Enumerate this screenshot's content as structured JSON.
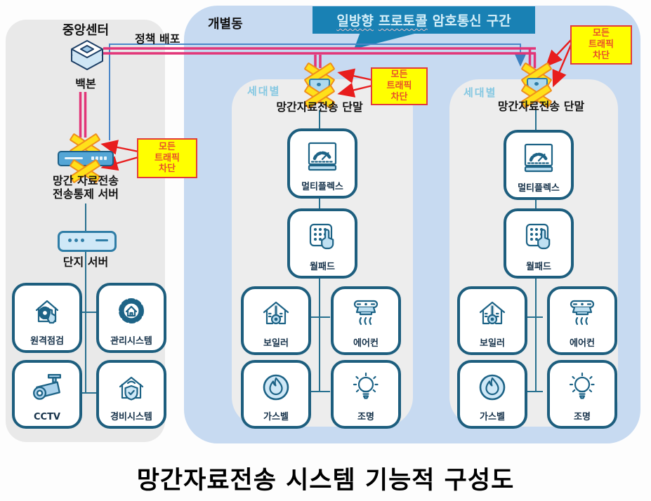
{
  "title": "망간자료전송 시스템 기능적 구성도",
  "banner": {
    "word1": "일방향",
    "word2": "프로토콜",
    "word3": "암호통신",
    "word4": "구간"
  },
  "policy_label": "정책 배포",
  "block_note": {
    "line1": "모든",
    "line2": "트래픽",
    "line3": "차단"
  },
  "central": {
    "title": "중앙센터",
    "backbone_label": "백본",
    "control_server_label_line1": "망간 자료전송",
    "control_server_label_line2": "전송통제 서버",
    "complex_server_label": "단지 서버",
    "cards": [
      {
        "label": "원격점검",
        "icon": "remote-inspection-icon"
      },
      {
        "label": "관리시스템",
        "icon": "management-system-icon"
      },
      {
        "label": "CCTV",
        "icon": "cctv-camera-icon"
      },
      {
        "label": "경비시스템",
        "icon": "security-system-icon"
      }
    ]
  },
  "buildings": {
    "title": "개별동",
    "columns": [
      {
        "household_label": "세대별",
        "terminal_label": "망간자료전송 단말",
        "devices": [
          {
            "label": "멀티플렉스",
            "icon": "multiplex-gauge-icon"
          },
          {
            "label": "월패드",
            "icon": "wallpad-icon"
          },
          {
            "label": "보일러",
            "icon": "boiler-icon"
          },
          {
            "label": "에어컨",
            "icon": "aircon-icon"
          },
          {
            "label": "가스벨",
            "icon": "gas-valve-icon"
          },
          {
            "label": "조명",
            "icon": "light-bulb-icon"
          }
        ]
      },
      {
        "household_label": "세대별",
        "terminal_label": "망간자료전송 단말",
        "devices": [
          {
            "label": "멀티플렉스",
            "icon": "multiplex-gauge-icon"
          },
          {
            "label": "월패드",
            "icon": "wallpad-icon"
          },
          {
            "label": "보일러",
            "icon": "boiler-icon"
          },
          {
            "label": "에어컨",
            "icon": "aircon-icon"
          },
          {
            "label": "가스벨",
            "icon": "gas-valve-icon"
          },
          {
            "label": "조명",
            "icon": "light-bulb-icon"
          }
        ]
      }
    ]
  },
  "colors": {
    "link_pink": "#e23578",
    "policy_blue": "#4a86c8",
    "banner_bg": "#1981b4",
    "panel_blue": "#c7daf1",
    "note_bg": "#ffff00",
    "note_border": "#e23b3b",
    "note_text": "#e8512a",
    "card_border": "#1d5e7e",
    "household_text": "#85c8e2"
  }
}
